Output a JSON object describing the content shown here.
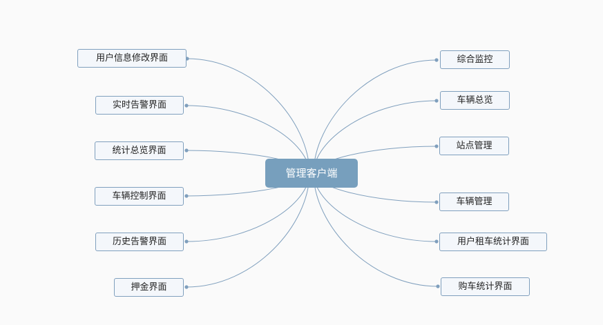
{
  "root": {
    "label": "管理客户端"
  },
  "left_branches": [
    {
      "label": "用户信息修改界面"
    },
    {
      "label": "实时告警界面"
    },
    {
      "label": "统计总览界面"
    },
    {
      "label": "车辆控制界面"
    },
    {
      "label": "历史告警界面"
    },
    {
      "label": "押金界面"
    }
  ],
  "right_branches": [
    {
      "label": "综合监控"
    },
    {
      "label": "车辆总览"
    },
    {
      "label": "站点管理"
    },
    {
      "label": "车辆管理"
    },
    {
      "label": "用户租车统计界面"
    },
    {
      "label": "购车统计界面"
    }
  ],
  "colors": {
    "background": "#fafafa",
    "root_fill": "#779fbd",
    "node_border": "#7f9fbd",
    "connector": "#7f9fbd"
  }
}
